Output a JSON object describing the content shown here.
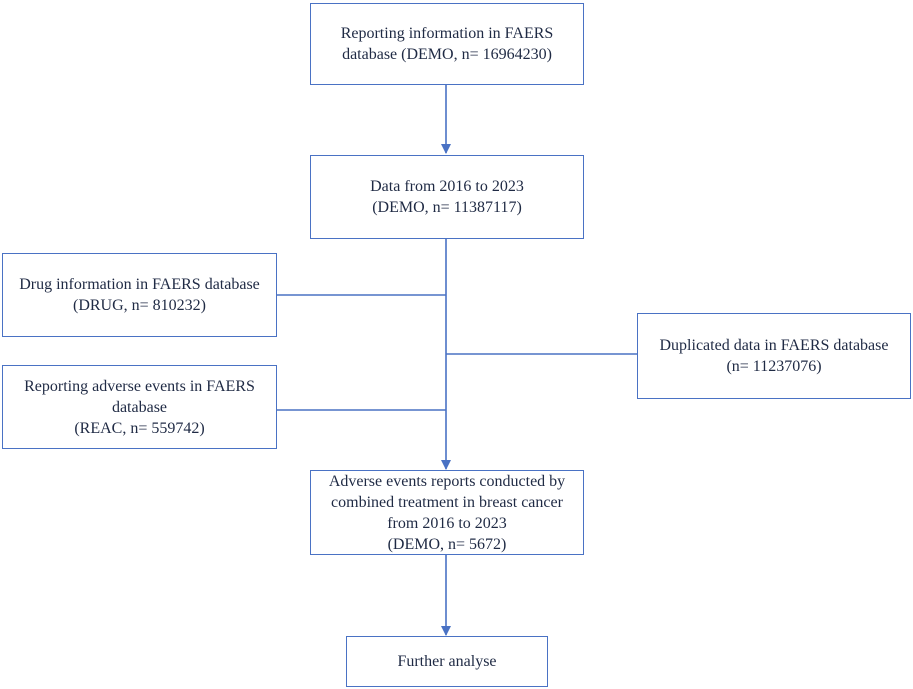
{
  "colors": {
    "stroke": "#4a72c4",
    "text": "#1f2a44"
  },
  "boxes": {
    "faers_all": {
      "lines": [
        "Reporting information in FAERS",
        "database (DEMO, n= 16964230)"
      ]
    },
    "years": {
      "lines": [
        "Data from 2016 to 2023",
        "(DEMO, n= 11387117)"
      ]
    },
    "drug": {
      "lines": [
        "Drug information in FAERS database",
        "(DRUG, n= 810232)"
      ]
    },
    "duplicated": {
      "lines": [
        "Duplicated data in FAERS database",
        "(n= 11237076)"
      ]
    },
    "reac": {
      "lines": [
        "Reporting adverse events in FAERS",
        "database",
        "(REAC, n= 559742)"
      ]
    },
    "adverse": {
      "lines": [
        "Adverse events reports conducted by",
        "combined treatment in breast cancer",
        "from 2016 to 2023",
        "(DEMO, n= 5672)"
      ]
    },
    "further": {
      "lines": [
        "Further analyse"
      ]
    }
  }
}
